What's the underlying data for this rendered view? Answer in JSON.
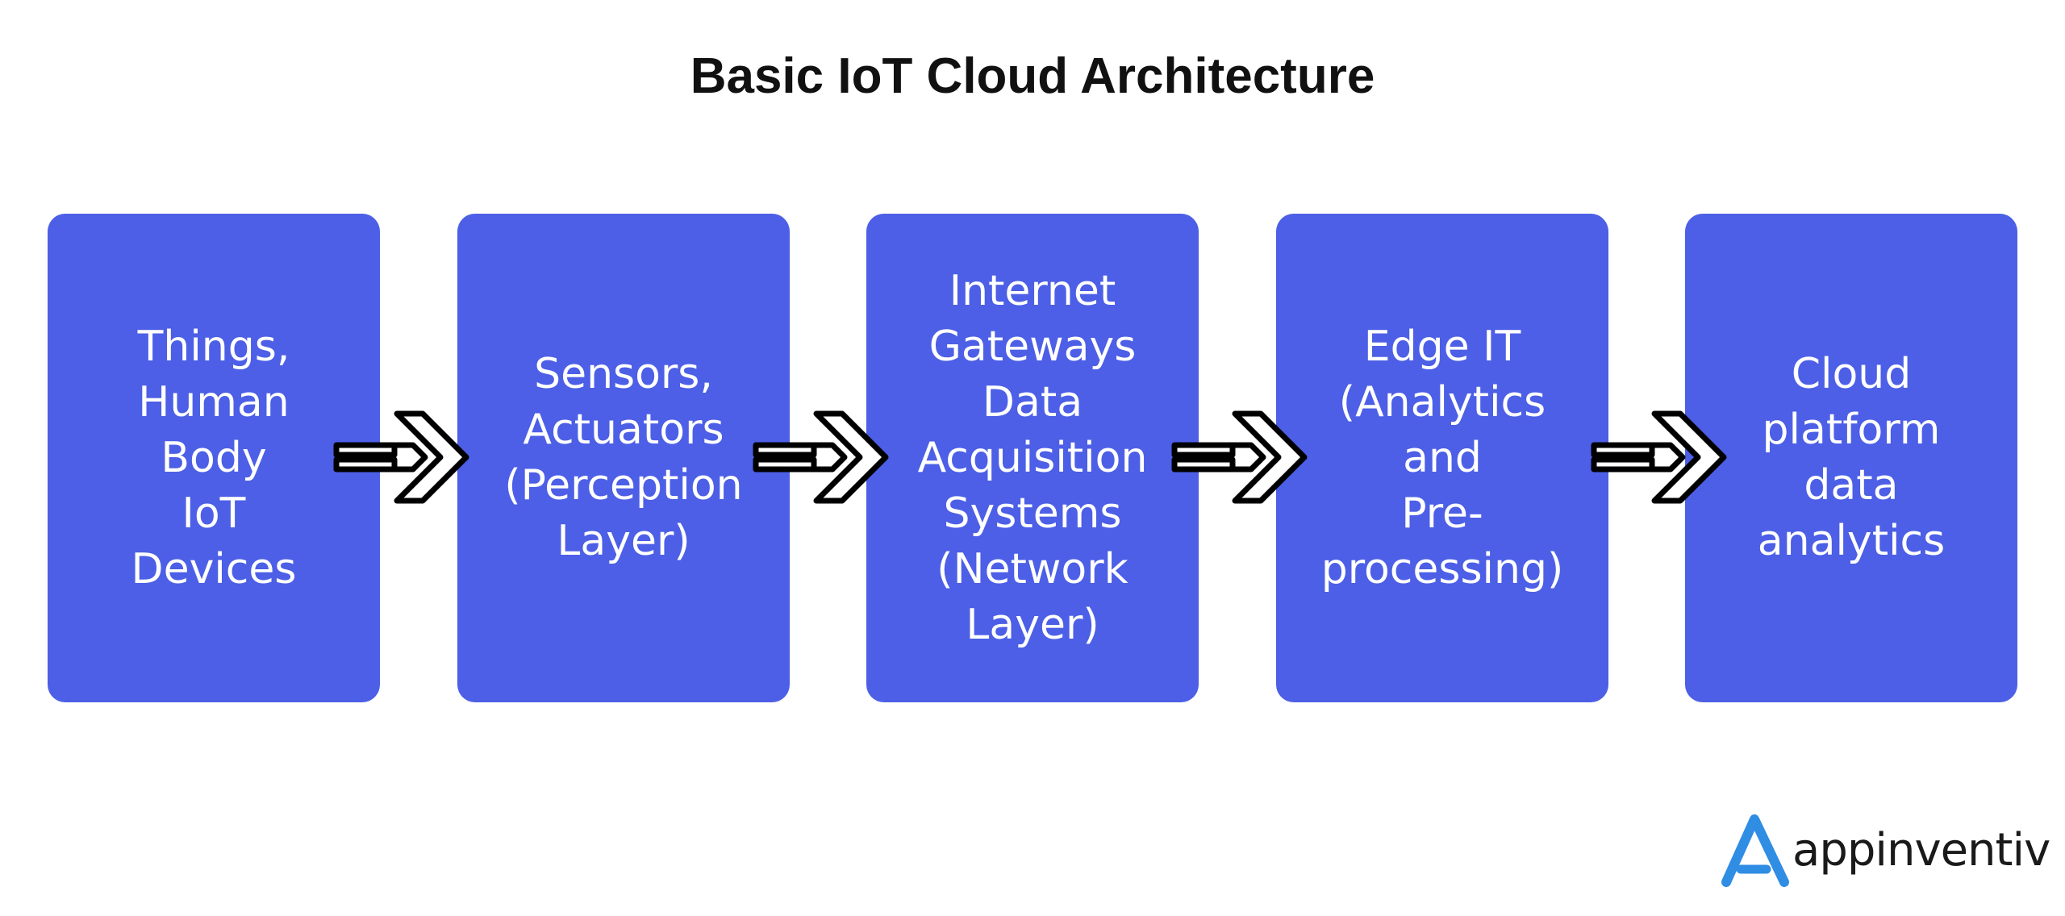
{
  "title": "Basic IoT Cloud Architecture",
  "colors": {
    "box_fill": "#4c5fe6",
    "box_text": "#ffffff",
    "arrow_stroke": "#000000",
    "logo_accent": "#2f8de4"
  },
  "steps": [
    {
      "label": "Things,\nHuman\nBody\nIoT\nDevices"
    },
    {
      "label": "Sensors,\nActuators\n(Perception\nLayer)"
    },
    {
      "label": "Internet\nGateways\nData\nAcquisition\nSystems\n(Network\nLayer)"
    },
    {
      "label": "Edge IT\n(Analytics\nand\nPre-\nprocessing)"
    },
    {
      "label": "Cloud\nplatform\ndata\nanalytics"
    }
  ],
  "connectors": [
    {
      "icon": "double-chevron-right-arrow-icon"
    },
    {
      "icon": "double-chevron-right-arrow-icon"
    },
    {
      "icon": "double-chevron-right-arrow-icon"
    },
    {
      "icon": "double-chevron-right-arrow-icon"
    }
  ],
  "logo": {
    "icon": "appinventiv-a-logo-icon",
    "text": "appinventiv"
  }
}
